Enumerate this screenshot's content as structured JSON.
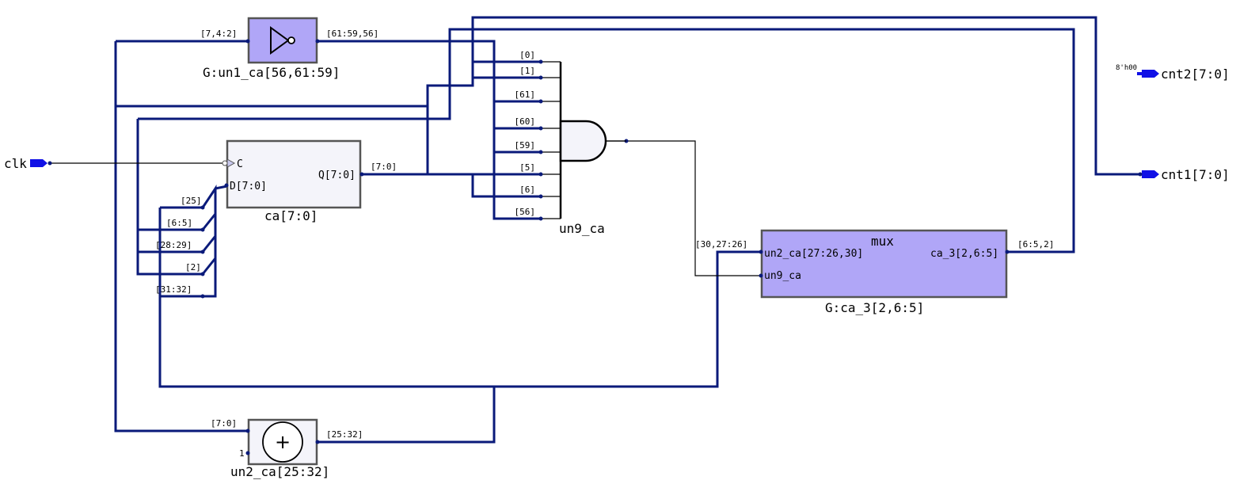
{
  "ports": {
    "clk": "clk",
    "cnt1": "cnt1[7:0]",
    "cnt2": "cnt2[7:0]",
    "cnt2_const": "8'h00"
  },
  "cells": {
    "inv": {
      "name": "G:un1_ca[56,61:59]",
      "in_label": "[7,4:2]",
      "out_label": "[61:59,56]"
    },
    "reg": {
      "name": "ca[7:0]",
      "pin_c": "C",
      "pin_d": "D[7:0]",
      "pin_q": "Q[7:0]",
      "q_label": "[7:0]"
    },
    "and_gate": {
      "name": "un9_ca",
      "inputs": [
        "[0]",
        "[1]",
        "[61]",
        "[60]",
        "[59]",
        "[5]",
        "[6]",
        "[56]"
      ]
    },
    "mux": {
      "title": "mux",
      "name": "G:ca_3[2,6:5]",
      "pin_un2": "un2_ca[27:26,30]",
      "pin_un9": "un9_ca",
      "pin_out": "ca_3[2,6:5]",
      "in_label": "[30,27:26]",
      "out_label": "[6:5,2]"
    },
    "adder": {
      "name": "un2_ca[25:32]",
      "symbol": "+",
      "in_label": "[7:0]",
      "const": "1",
      "out_label": "[25:32]"
    }
  },
  "d_taps": [
    "[25]",
    "[6:5]",
    "[28:29]",
    "[2]",
    "[31:32]"
  ],
  "colors": {
    "bus": "#0a1a7a",
    "cell_fill": "#b0a6f7",
    "reg_fill": "#f4f4fa",
    "port_fill": "#1010e6",
    "border": "#555555"
  }
}
